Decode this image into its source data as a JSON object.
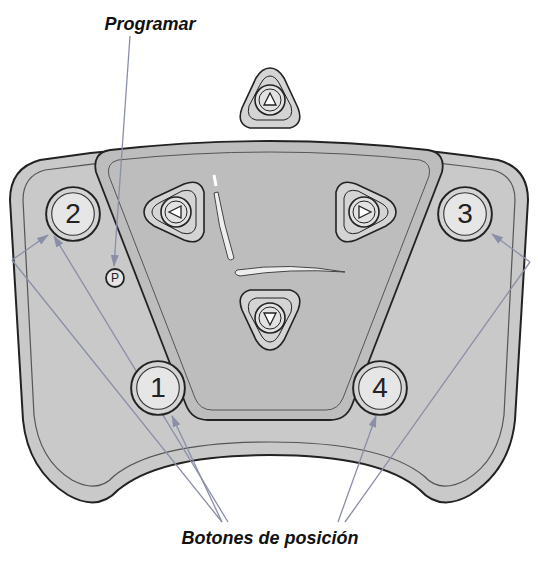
{
  "diagram": {
    "nodes": [
      {
        "text": [
          "2"
        ]
      },
      {
        "text": [
          "3"
        ]
      },
      {
        "text": [
          "P"
        ]
      },
      {
        "text": [
          "1"
        ]
      },
      {
        "text": [
          "4"
        ]
      }
    ],
    "labels": [
      "Programar",
      "Botones de posición"
    ]
  }
}
